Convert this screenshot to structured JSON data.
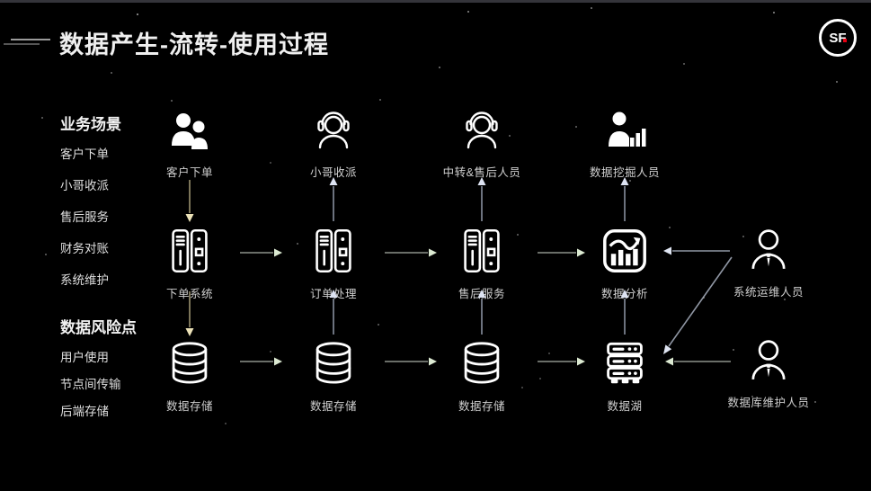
{
  "title": "数据产生-流转-使用过程",
  "logo": {
    "name": "sf-express-logo",
    "text": "SF"
  },
  "sidebar": {
    "business": {
      "header": "业务场景",
      "items": [
        "客户下单",
        "小哥收派",
        "售后服务",
        "财务对账",
        "系统维护"
      ]
    },
    "risk": {
      "header": "数据风险点",
      "items": [
        "用户使用",
        "节点间传输",
        "后端存储"
      ]
    }
  },
  "nodes": {
    "row1": [
      {
        "label": "客户下单",
        "icon": "customers-icon"
      },
      {
        "label": "小哥收派",
        "icon": "courier-headset-icon"
      },
      {
        "label": "中转&售后人员",
        "icon": "support-headset-icon"
      },
      {
        "label": "数据挖掘人员",
        "icon": "data-miner-icon"
      }
    ],
    "row2": [
      {
        "label": "下单系统",
        "icon": "server-icon"
      },
      {
        "label": "订单处理",
        "icon": "server-icon"
      },
      {
        "label": "售后服务",
        "icon": "server-icon"
      },
      {
        "label": "数据分析",
        "icon": "analytics-icon"
      },
      {
        "label": "系统运维人员",
        "icon": "operator-person-icon"
      }
    ],
    "row3": [
      {
        "label": "数据存储",
        "icon": "database-icon"
      },
      {
        "label": "数据存储",
        "icon": "database-icon"
      },
      {
        "label": "数据存储",
        "icon": "database-icon"
      },
      {
        "label": "数据湖",
        "icon": "data-lake-rack-icon"
      },
      {
        "label": "数据库维护人员",
        "icon": "dba-person-icon"
      }
    ]
  },
  "colors": {
    "background": "#000000",
    "title_text": "#efefef",
    "label_text": "#cfcfcf",
    "logo_red": "#e60012",
    "arrow_down_line": "#9a926e",
    "arrow_down_head": "#ece2b8",
    "arrow_up_line": "#878f9e",
    "arrow_up_head": "#dde3f2",
    "arrow_right_line": "#8d938a",
    "arrow_right_head": "#dcead2"
  }
}
